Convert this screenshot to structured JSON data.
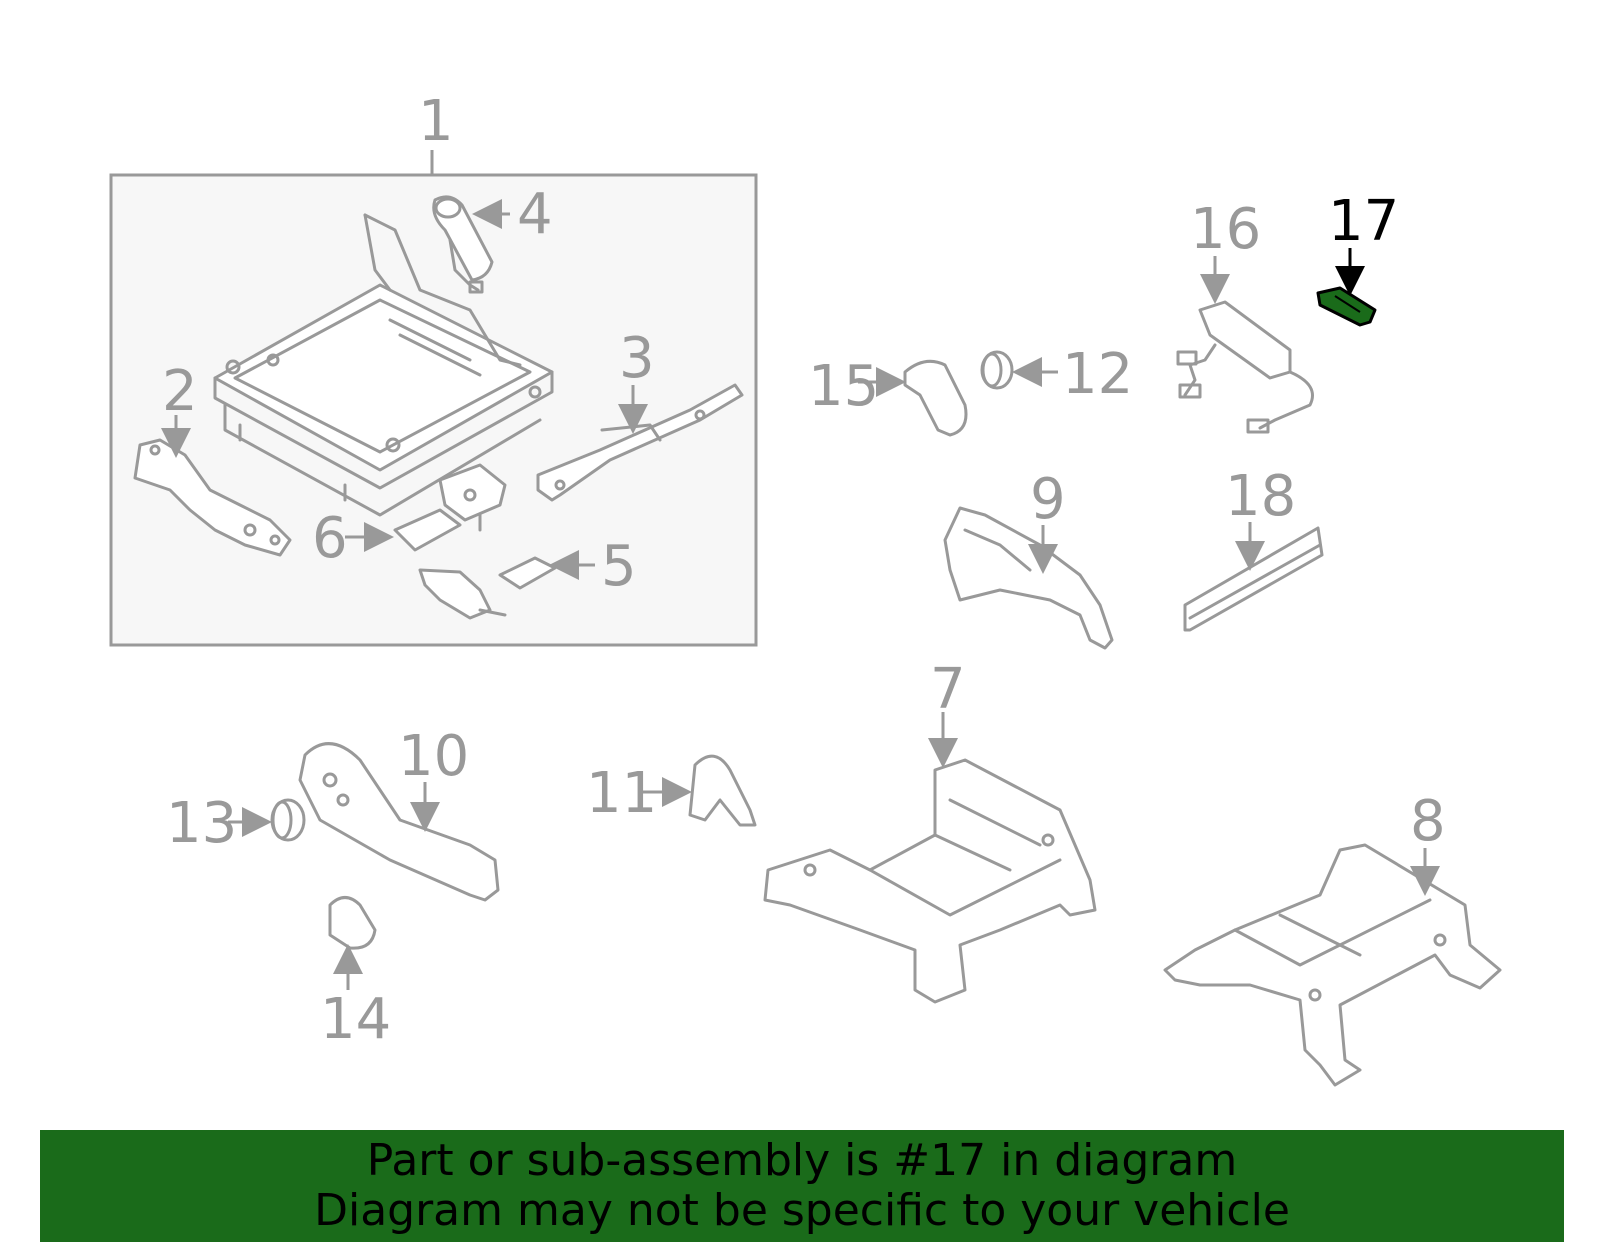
{
  "callouts": {
    "c1": "1",
    "c2": "2",
    "c3": "3",
    "c4": "4",
    "c5": "5",
    "c6": "6",
    "c7": "7",
    "c8": "8",
    "c9": "9",
    "c10": "10",
    "c11": "11",
    "c12": "12",
    "c13": "13",
    "c14": "14",
    "c15": "15",
    "c16": "16",
    "c17": "17",
    "c18": "18"
  },
  "highlight": {
    "part": "17",
    "color": "#1a6b1a"
  },
  "banner": {
    "line1": "Part or sub-assembly is #17 in diagram",
    "line2": "Diagram may not be specific to your vehicle",
    "background": "#1a6b1a"
  }
}
